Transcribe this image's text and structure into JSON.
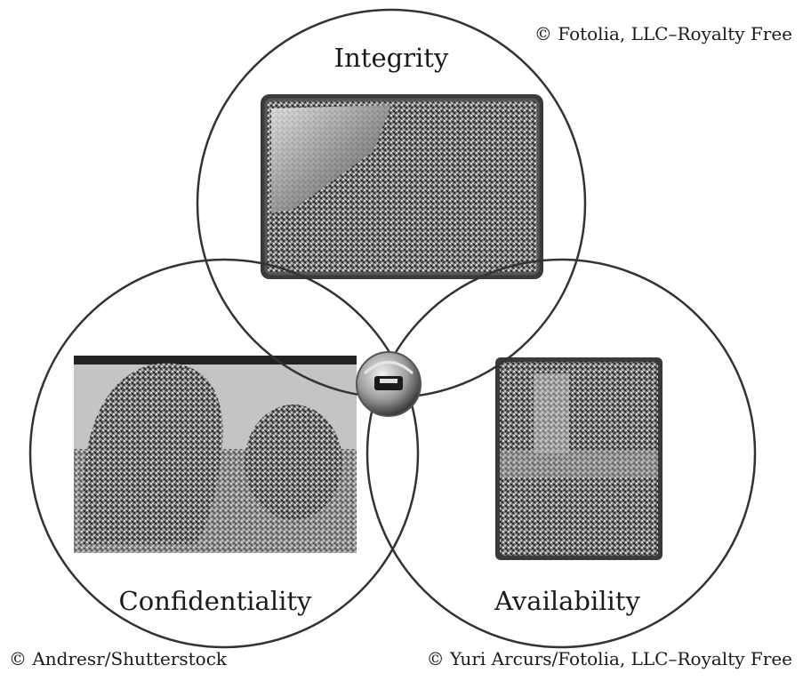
{
  "diagram": {
    "type": "venn",
    "sets": [
      {
        "id": "integrity",
        "label": "Integrity"
      },
      {
        "id": "confidentiality",
        "label": "Confidentiality"
      },
      {
        "id": "availability",
        "label": "Availability"
      }
    ],
    "center_icon": "security-shield-emblem-icon",
    "photos": [
      "photo-server-hardware",
      "photo-person-whispering",
      "photo-person-at-computer"
    ]
  },
  "credits": {
    "top_right": "© Fotolia, LLC–Royalty Free",
    "bottom_left": "© Andresr/Shutterstock",
    "bottom_right": "© Yuri Arcurs/Fotolia, LLC–Royalty Free"
  },
  "colors": {
    "stroke": "#333333",
    "text": "#1a1a1a",
    "photo_dark": "#3a3a3a",
    "photo_mid": "#8a8a8a",
    "photo_light": "#c8c8c8"
  }
}
